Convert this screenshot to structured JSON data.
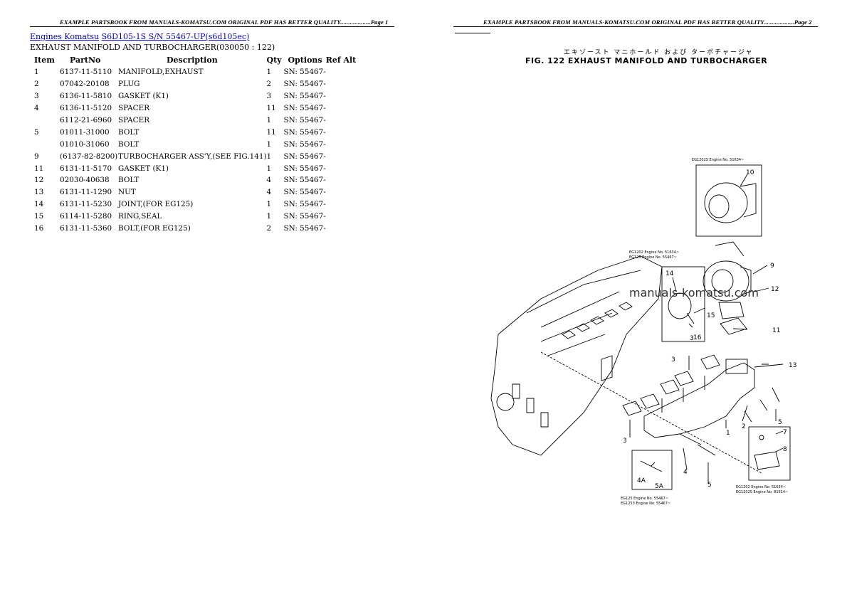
{
  "page1": {
    "header": "EXAMPLE PARTSBOOK FROM MANUALS-KOMATSU.COM ORIGINAL PDF HAS BETTER QUALITY...................Page 1",
    "breadcrumb_engines": "Engines Komatsu",
    "breadcrumb_model": "S6D105-1S S/N 55467-UP(s6d105ec)",
    "section_title": "EXHAUST MANIFOLD AND TURBOCHARGER(030050 : 122)",
    "columns": [
      "Item",
      "PartNo",
      "Description",
      "Qty",
      "Options",
      "Ref Alt"
    ],
    "rows": [
      {
        "item": "1",
        "part": "6137-11-5110",
        "desc": "MANIFOLD,EXHAUST",
        "qty": "1",
        "opt": "SN: 55467-"
      },
      {
        "item": "2",
        "part": "07042-20108",
        "desc": "PLUG",
        "qty": "2",
        "opt": "SN: 55467-"
      },
      {
        "item": "3",
        "part": "6136-11-5810",
        "desc": "GASKET (K1)",
        "qty": "3",
        "opt": "SN: 55467-"
      },
      {
        "item": "4",
        "part": "6136-11-5120",
        "desc": "SPACER",
        "qty": "11",
        "opt": "SN: 55467-"
      },
      {
        "item": "",
        "part": "6112-21-6960",
        "desc": "SPACER",
        "qty": "1",
        "opt": "SN: 55467-"
      },
      {
        "item": "5",
        "part": "01011-31000",
        "desc": "BOLT",
        "qty": "11",
        "opt": "SN: 55467-"
      },
      {
        "item": "",
        "part": "01010-31060",
        "desc": "BOLT",
        "qty": "1",
        "opt": "SN: 55467-"
      },
      {
        "item": "9",
        "part": "(6137-82-8200)",
        "desc": "TURBOCHARGER ASS'Y,(SEE FIG.141)",
        "qty": "1",
        "opt": "SN: 55467-"
      },
      {
        "item": "11",
        "part": "6131-11-5170",
        "desc": "GASKET (K1)",
        "qty": "1",
        "opt": "SN: 55467-"
      },
      {
        "item": "12",
        "part": "02030-40638",
        "desc": "BOLT",
        "qty": "4",
        "opt": "SN: 55467-"
      },
      {
        "item": "13",
        "part": "6131-11-1290",
        "desc": "NUT",
        "qty": "4",
        "opt": "SN: 55467-"
      },
      {
        "item": "14",
        "part": "6131-11-5230",
        "desc": "JOINT,(FOR EG125)",
        "qty": "1",
        "opt": "SN: 55467-"
      },
      {
        "item": "15",
        "part": "6114-11-5280",
        "desc": "RING,SEAL",
        "qty": "1",
        "opt": "SN: 55467-"
      },
      {
        "item": "16",
        "part": "6131-11-5360",
        "desc": "BOLT,(FOR EG125)",
        "qty": "2",
        "opt": "SN: 55467-"
      }
    ]
  },
  "page2": {
    "header": "EXAMPLE PARTSBOOK FROM MANUALS-KOMATSU.COM ORIGINAL PDF HAS BETTER QUALITY...................Page 2",
    "figure_title_jp": "エキゾースト マニホールド および ターボチャージャ",
    "figure_title": "FIG. 122  EXHAUST MANIFOLD AND TURBOCHARGER",
    "watermark": "manuals-komatsu.com",
    "callouts": [
      "10",
      "9",
      "12",
      "14",
      "15",
      "16",
      "11",
      "13",
      "3",
      "3",
      "3",
      "2",
      "5",
      "7",
      "8",
      "1",
      "4",
      "4A",
      "5A",
      "5"
    ],
    "notes": {
      "n10": "EG1202S  Engine No. 51634~",
      "n9a": "EG1202  Engine No. 51634~",
      "n9b": "EG125  Engine No. 55467~",
      "n78a": "EG1202  Engine No. 51634~",
      "n78b": "EG1202S  Engine No. 81614~",
      "n45a": "EG125  Engine No. 55467~",
      "n45b": "EG1253  Engine No. 55467~"
    }
  }
}
